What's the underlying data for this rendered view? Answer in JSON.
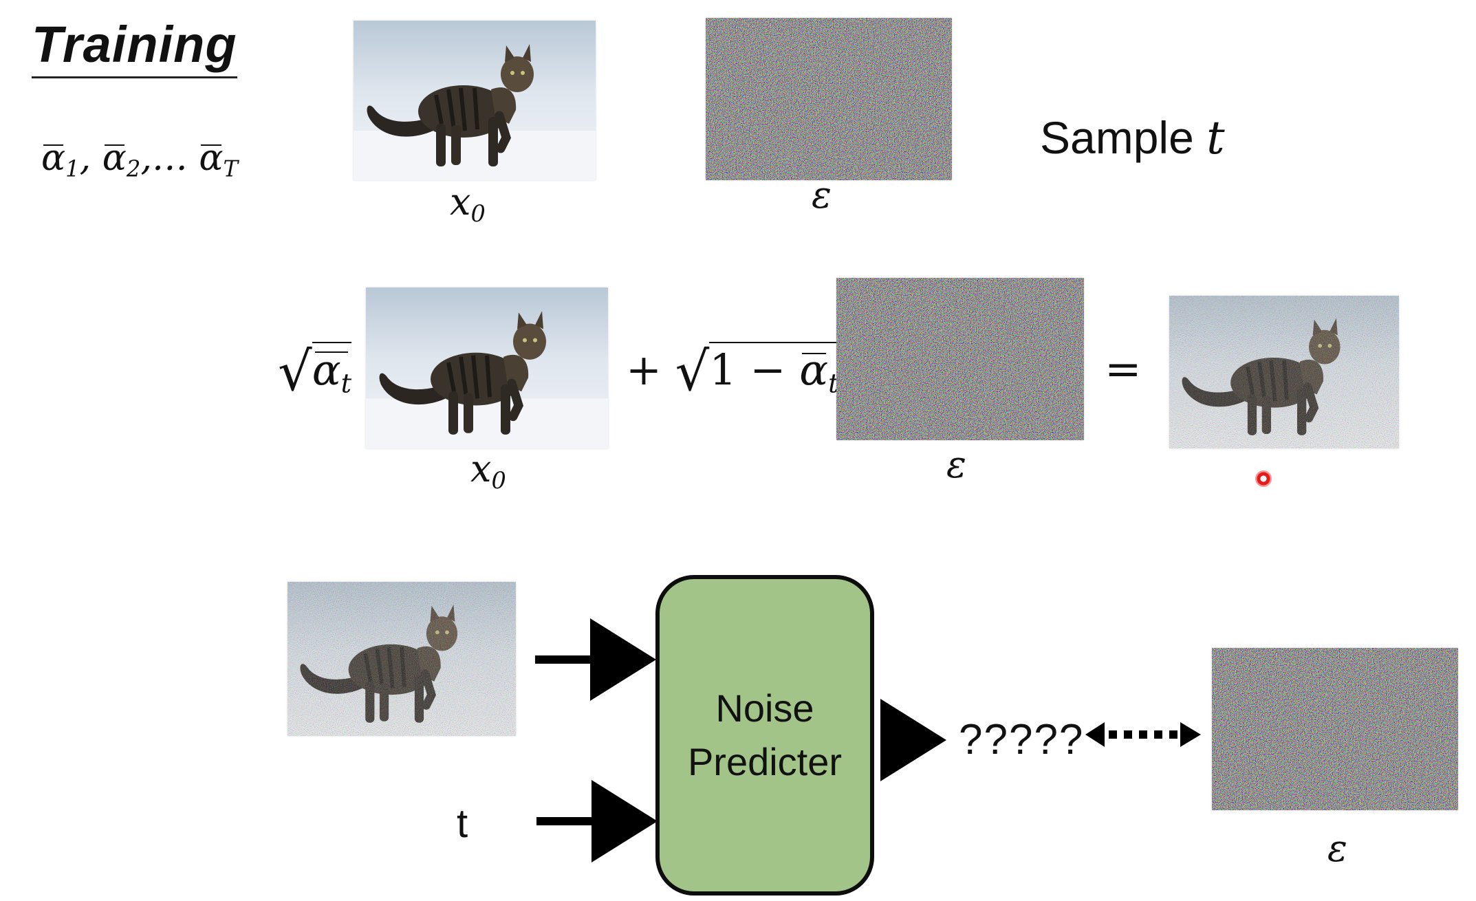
{
  "slide": {
    "title": "Training",
    "alphas": "ᾱ₁, ᾱ₂,… ᾱ_T"
  },
  "row1": {
    "x0_label_base": "x",
    "x0_label_sub": "0",
    "eps_label": "ε",
    "sample_text": "Sample",
    "sample_var": "t"
  },
  "row2": {
    "sqrt_alpha_base": "α",
    "sqrt_alpha_sub": "t",
    "plus": "+",
    "one_minus": "1 −",
    "alpha2_base": "α",
    "alpha2_sub": "t",
    "equals": "=",
    "x0_label_base": "x",
    "x0_label_sub": "0",
    "eps_label": "ε"
  },
  "row3": {
    "t_label": "t",
    "predictor_line1": "Noise",
    "predictor_line2": "Predicter",
    "output": "?????",
    "eps_label": "ε"
  },
  "colors": {
    "predictor_fill": "#a3c488",
    "predictor_border": "#0d0d0d",
    "arrow": "#000000",
    "pointer": "#e31b1b"
  },
  "icons": {
    "cat_image": "cat-photo",
    "noise_image": "noise-pattern",
    "noisy_cat_image": "noisy-cat-photo",
    "laser_pointer": "laser-pointer-icon"
  }
}
